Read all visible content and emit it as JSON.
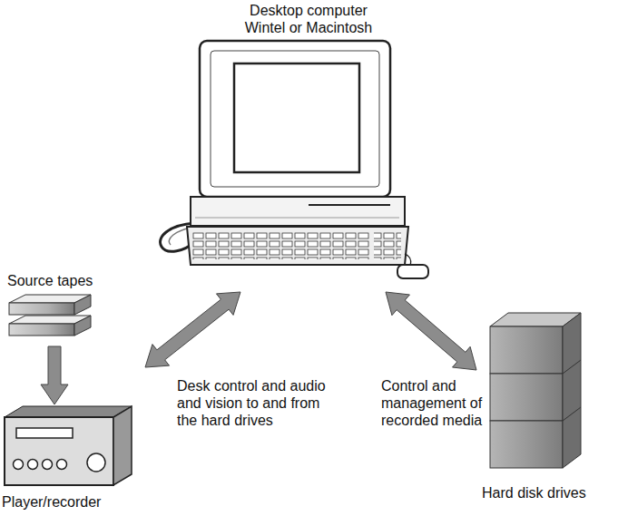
{
  "diagram": {
    "nodes": [
      {
        "text": [
          "Desktop computer Wintel or Macintosh"
        ]
      },
      {
        "text": [
          "Source tapes"
        ]
      },
      {
        "text": [
          "Player/recorder"
        ]
      },
      {
        "text": [
          "Hard disk drives"
        ]
      }
    ],
    "edges": [
      {
        "from": 1,
        "to": 2,
        "arrow": "to"
      },
      {
        "from": 0,
        "to": 2,
        "arrow": "both",
        "label": "Desk control and audio and vision to and from the hard drives"
      },
      {
        "from": 0,
        "to": 3,
        "arrow": "both",
        "label": "Control and management of recorded media"
      }
    ]
  }
}
